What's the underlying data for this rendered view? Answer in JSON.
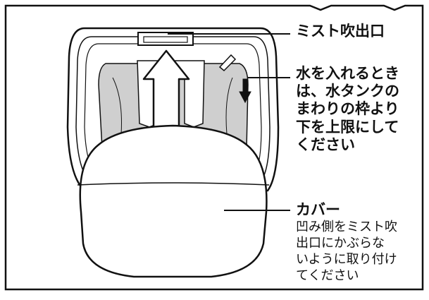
{
  "labels": {
    "mist_outlet": "ミスト吹出口",
    "water_fill_lines": [
      "水を入れるとき",
      "は、水タンクの",
      "まわりの枠より",
      "下を上限にして",
      "ください"
    ],
    "cover_title": "カバー",
    "cover_note_lines": [
      "凹み側をミスト吹",
      "出口にかぶらな",
      "いように取り付け",
      "てください"
    ]
  },
  "colors": {
    "line": "#111111",
    "tank_fill": "#cfcfcf",
    "tank_fill_dark": "#b8b8b8",
    "frame": "#ffffff"
  }
}
